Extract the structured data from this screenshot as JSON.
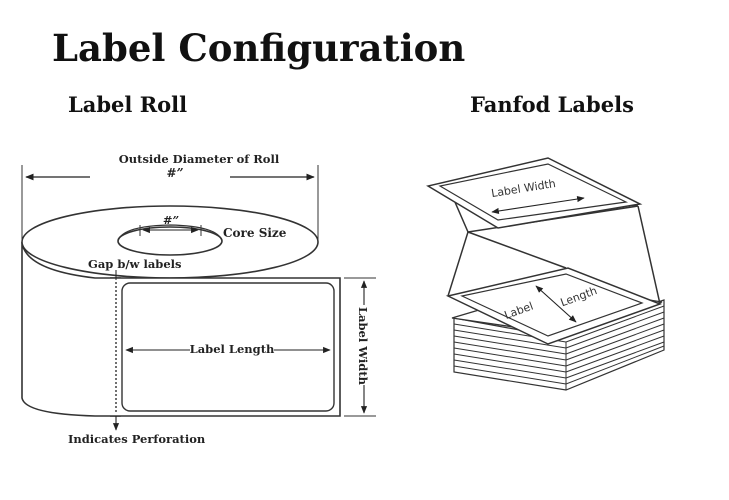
{
  "title": "Label Configuration",
  "roll": {
    "heading": "Label Roll",
    "outside_diameter": "Outside Diameter of Roll",
    "outside_value": "#”",
    "core_value": "#”",
    "core_size": "Core Size",
    "gap": "Gap b/w labels",
    "label_length": "Label Length",
    "label_width": "Label Width",
    "perforation": "Indicates Perforation"
  },
  "fanfold": {
    "heading": "Fanfod Labels",
    "label_width": "Label Width",
    "label": "Label",
    "length": "Length"
  }
}
